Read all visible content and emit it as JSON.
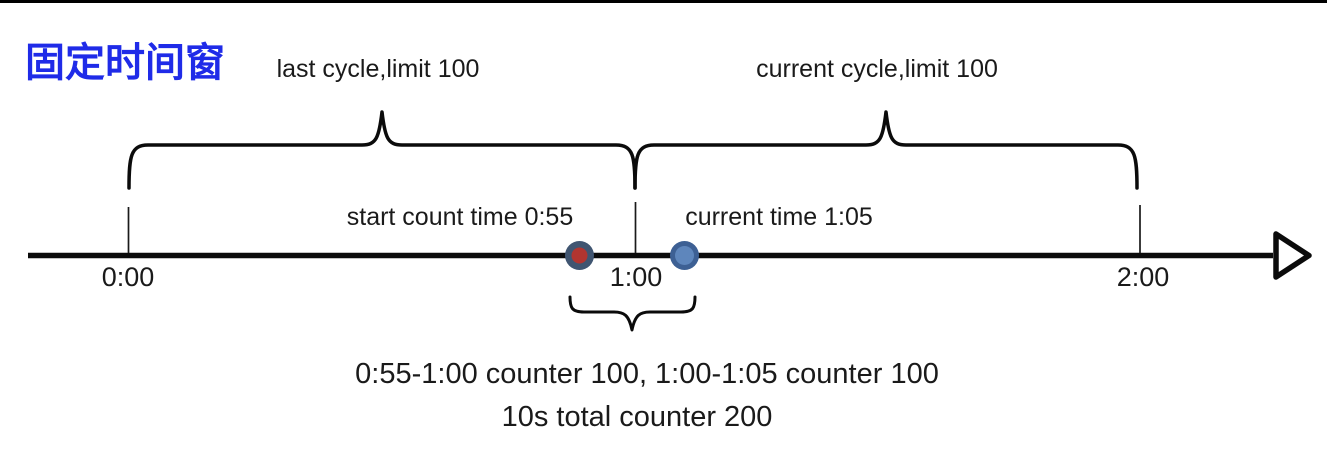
{
  "title": {
    "text": "固定时间窗",
    "color": "#1F2BE8"
  },
  "cycles": {
    "last_cycle_label": "last cycle,limit 100",
    "current_cycle_label": "current cycle,limit 100"
  },
  "timeline": {
    "tick_labels": [
      "0:00",
      "1:00",
      "2:00"
    ],
    "markers": {
      "start_count": {
        "label": "start count time 0:55",
        "ring_color": "#405571",
        "fill_color": "#B23530"
      },
      "current_time": {
        "label": "current time 1:05",
        "ring_color": "#3D6094",
        "fill_color": "#5E86BC"
      }
    }
  },
  "notes": {
    "line1": "0:55-1:00 counter 100, 1:00-1:05 counter 100",
    "line2": "10s total counter 200"
  }
}
